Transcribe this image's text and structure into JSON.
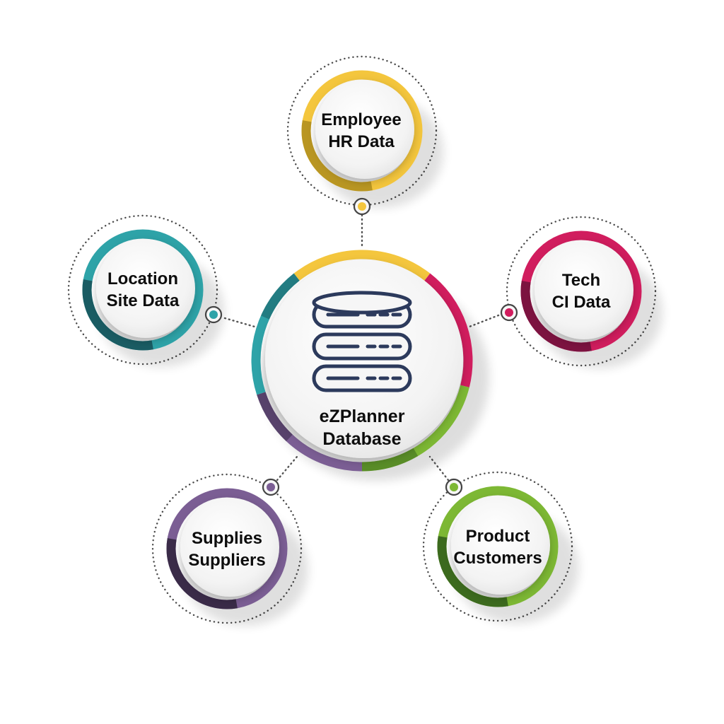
{
  "center": {
    "line1": "eZPlanner",
    "line2": "Database",
    "icon": "database-icon",
    "icon_color": "#2c3a5c"
  },
  "nodes": [
    {
      "id": "employee",
      "line1": "Employee",
      "line2": "HR Data",
      "color": "#f4c63d",
      "dark": "#b99622"
    },
    {
      "id": "tech",
      "line1": "Tech",
      "line2": "CI Data",
      "color": "#d11d5e",
      "dark": "#7c1340"
    },
    {
      "id": "product",
      "line1": "Product",
      "line2": "Customers",
      "color": "#7db834",
      "dark": "#3c6a1e"
    },
    {
      "id": "supplies",
      "line1": "Supplies",
      "line2": "Suppliers",
      "color": "#7b5e94",
      "dark": "#3a2b48"
    },
    {
      "id": "location",
      "line1": "Location",
      "line2": "Site Data",
      "color": "#2ea3a8",
      "dark": "#1a5c63"
    }
  ]
}
